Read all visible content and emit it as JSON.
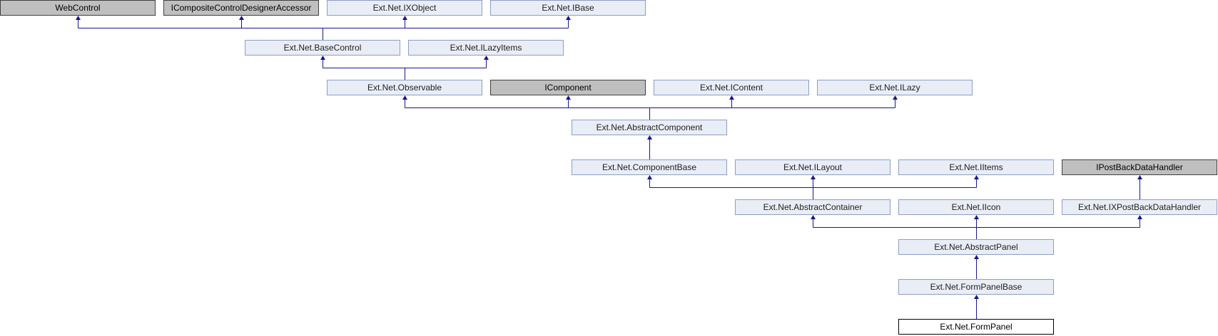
{
  "colors": {
    "edge": "#16168f",
    "node_fill": "#e8edf6",
    "node_border": "#8e9dc5",
    "external_fill": "#bfbfbf",
    "current_fill": "#ffffff"
  },
  "nodes": [
    {
      "id": "webcontrol",
      "label": "WebControl",
      "kind": "external"
    },
    {
      "id": "icompositecontroldesigneraccessor",
      "label": "ICompositeControlDesignerAccessor",
      "kind": "external"
    },
    {
      "id": "ixobject",
      "label": "Ext.Net.IXObject",
      "kind": "normal"
    },
    {
      "id": "ibase",
      "label": "Ext.Net.IBase",
      "kind": "normal"
    },
    {
      "id": "basecontrol",
      "label": "Ext.Net.BaseControl",
      "kind": "normal"
    },
    {
      "id": "ilazyitems",
      "label": "Ext.Net.ILazyItems",
      "kind": "normal"
    },
    {
      "id": "observable",
      "label": "Ext.Net.Observable",
      "kind": "normal"
    },
    {
      "id": "icomponent",
      "label": "IComponent",
      "kind": "external"
    },
    {
      "id": "icontent",
      "label": "Ext.Net.IContent",
      "kind": "normal"
    },
    {
      "id": "ilazy",
      "label": "Ext.Net.ILazy",
      "kind": "normal"
    },
    {
      "id": "abstractcomponent",
      "label": "Ext.Net.AbstractComponent",
      "kind": "normal"
    },
    {
      "id": "componentbase",
      "label": "Ext.Net.ComponentBase",
      "kind": "normal"
    },
    {
      "id": "ilayout",
      "label": "Ext.Net.ILayout",
      "kind": "normal"
    },
    {
      "id": "iitems",
      "label": "Ext.Net.IItems",
      "kind": "normal"
    },
    {
      "id": "ipostbackdatahandler",
      "label": "IPostBackDataHandler",
      "kind": "external"
    },
    {
      "id": "abstractcontainer",
      "label": "Ext.Net.AbstractContainer",
      "kind": "normal"
    },
    {
      "id": "iicon",
      "label": "Ext.Net.IIcon",
      "kind": "normal"
    },
    {
      "id": "ixpostbackdatahandler",
      "label": "Ext.Net.IXPostBackDataHandler",
      "kind": "normal"
    },
    {
      "id": "abstractpanel",
      "label": "Ext.Net.AbstractPanel",
      "kind": "normal"
    },
    {
      "id": "formpanelbase",
      "label": "Ext.Net.FormPanelBase",
      "kind": "normal"
    },
    {
      "id": "formpanel",
      "label": "Ext.Net.FormPanel",
      "kind": "current"
    }
  ],
  "inheritance": [
    {
      "child": "basecontrol",
      "parents": [
        "webcontrol",
        "icompositecontroldesigneraccessor",
        "ixobject",
        "ibase"
      ]
    },
    {
      "child": "observable",
      "parents": [
        "basecontrol",
        "ilazyitems"
      ]
    },
    {
      "child": "abstractcomponent",
      "parents": [
        "observable",
        "icomponent",
        "icontent",
        "ilazy"
      ]
    },
    {
      "child": "componentbase",
      "parents": [
        "abstractcomponent"
      ]
    },
    {
      "child": "abstractcontainer",
      "parents": [
        "componentbase",
        "ilayout",
        "iitems"
      ]
    },
    {
      "child": "ixpostbackdatahandler",
      "parents": [
        "ipostbackdatahandler"
      ]
    },
    {
      "child": "abstractpanel",
      "parents": [
        "abstractcontainer",
        "iicon",
        "ixpostbackdatahandler"
      ]
    },
    {
      "child": "formpanelbase",
      "parents": [
        "abstractpanel"
      ]
    },
    {
      "child": "formpanel",
      "parents": [
        "formpanelbase"
      ]
    }
  ]
}
